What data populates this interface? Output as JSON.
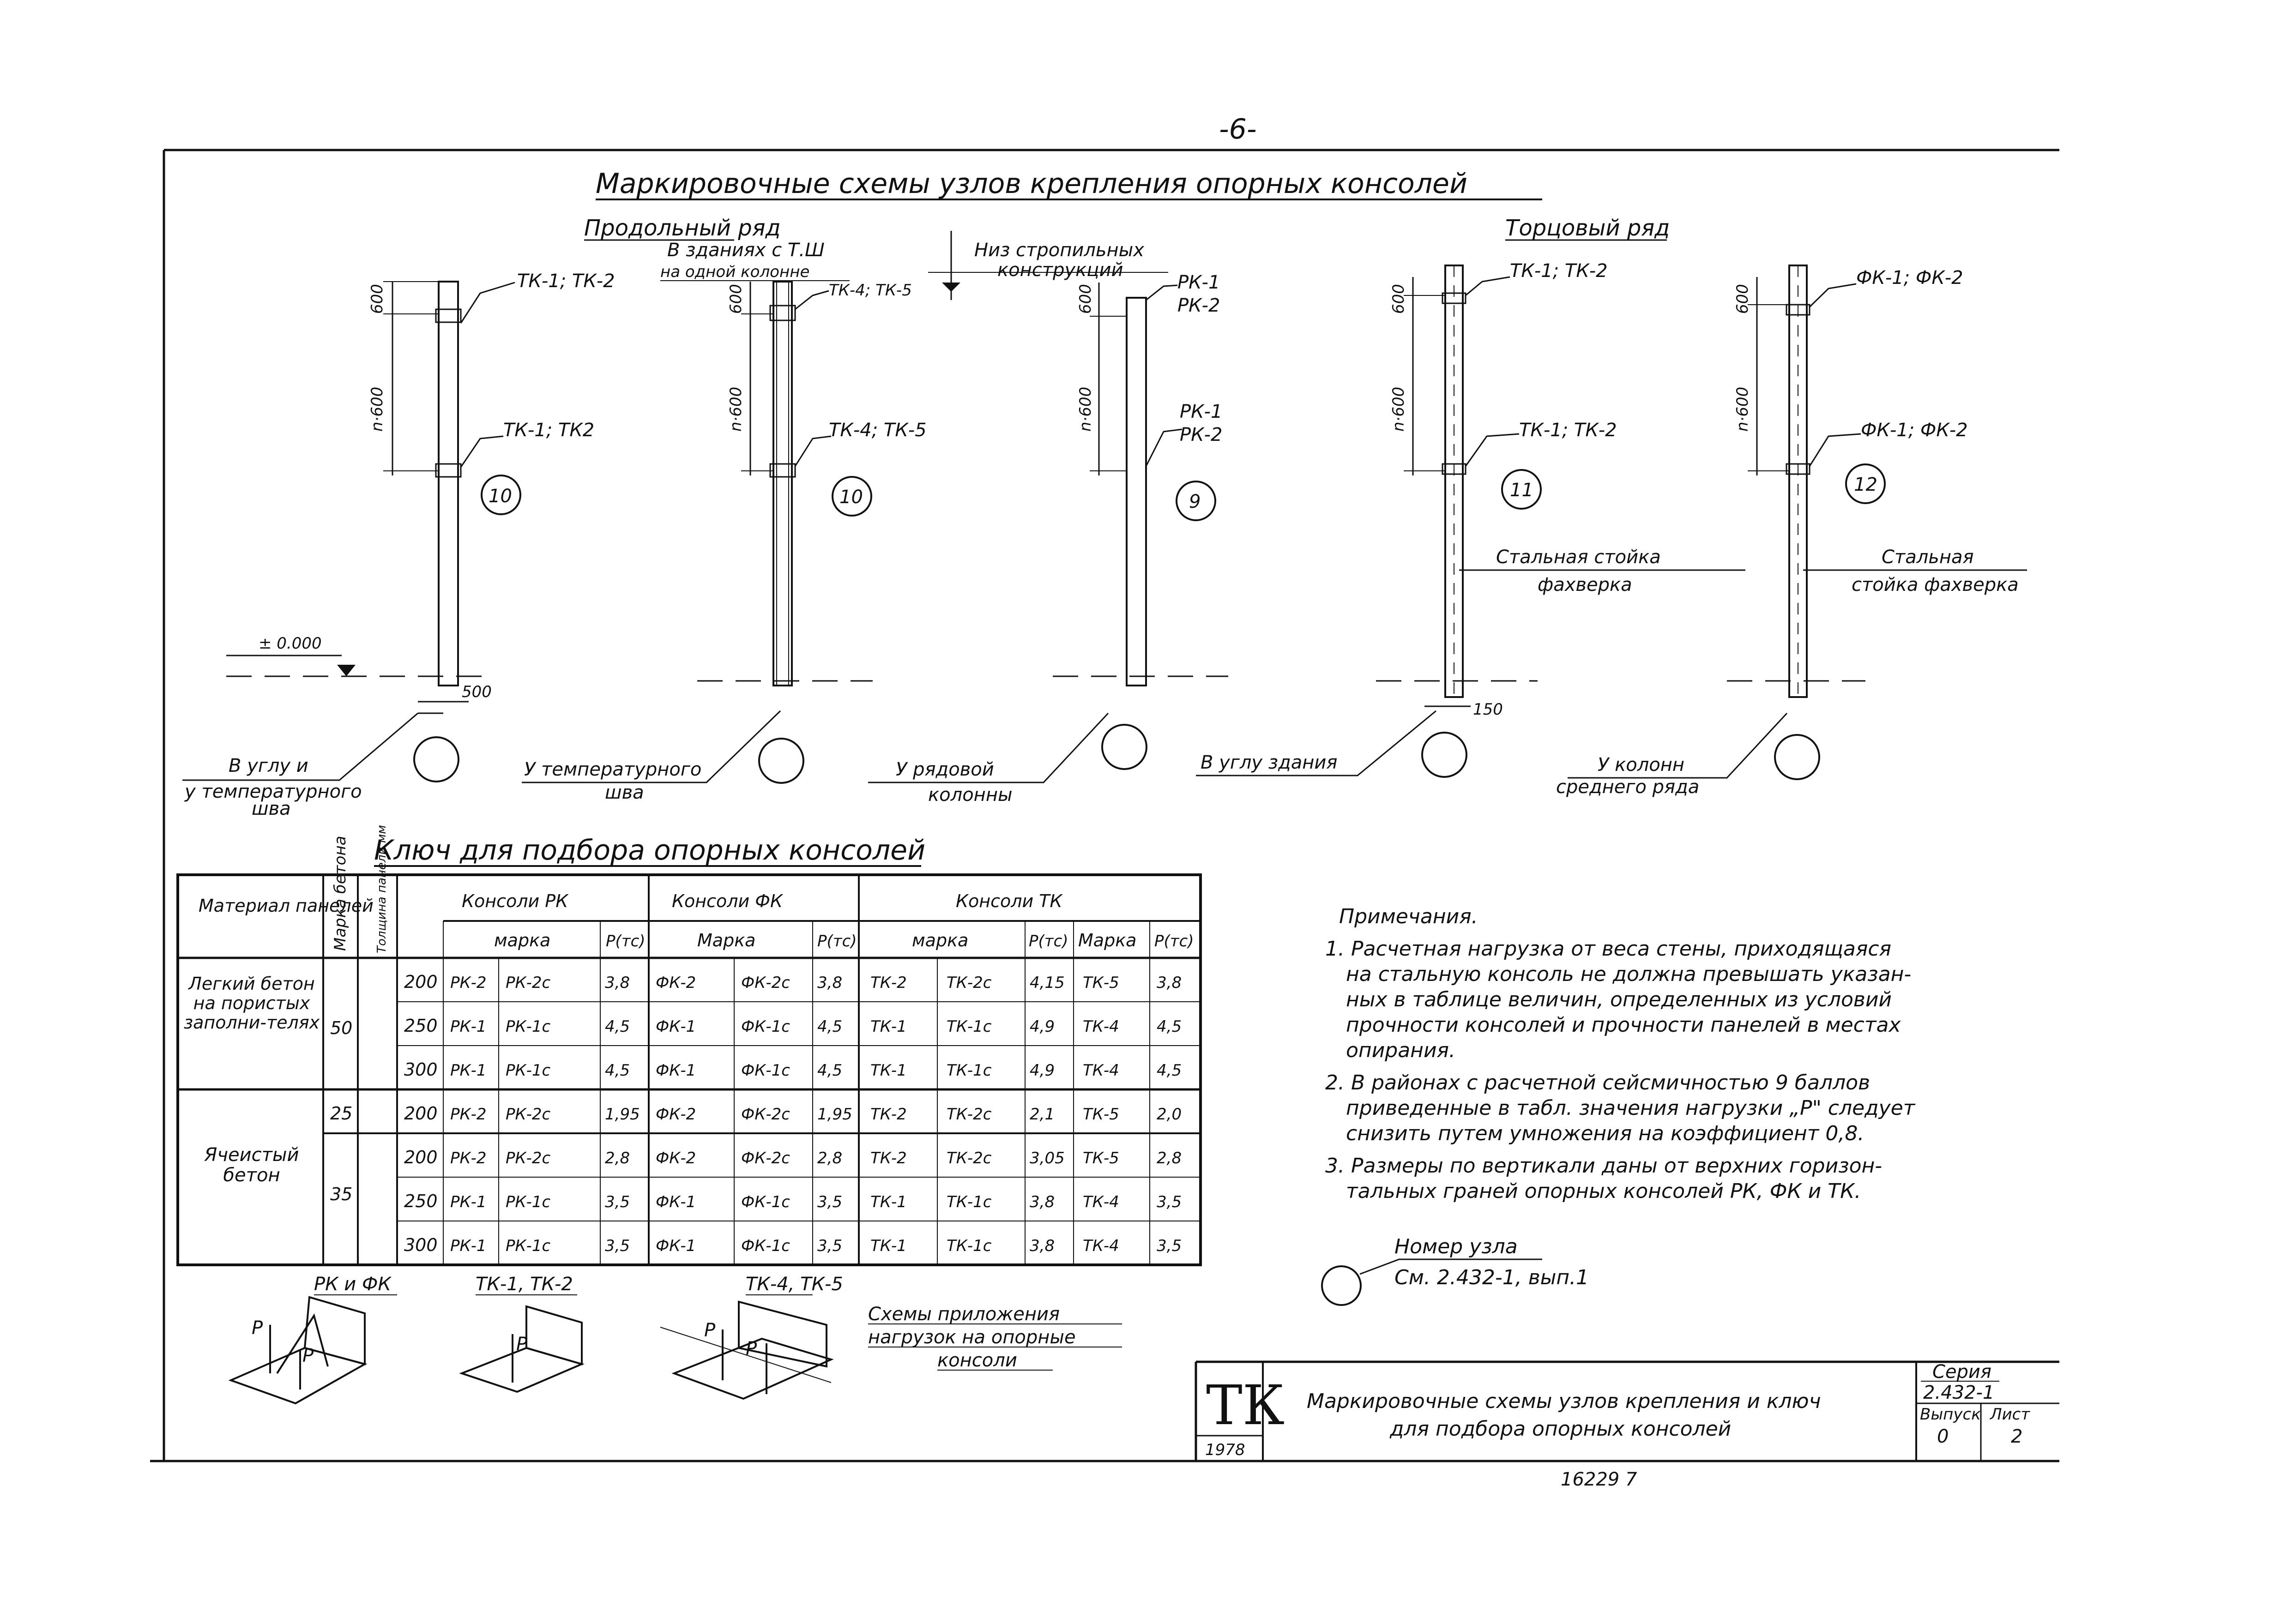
{
  "page_number": "-6-",
  "title": "Маркировочные схемы узлов крепления опорных консолей",
  "sections": {
    "longitudinal": "Продольный ряд",
    "end_row": "Торцовый ряд"
  },
  "annotations": {
    "in_buildings_tw": "В зданиях с Т.Ш",
    "on_one_column": "на одной колонне",
    "bottom_truss": "Низ стропильных",
    "bottom_truss_2": "конструкций",
    "zero_level": "± 0.000",
    "steel_post_1a": "Стальная стойка",
    "steel_post_1b": "фахверка",
    "steel_post_2a": "Стальная",
    "steel_post_2b": "стойка фахверка"
  },
  "dims": {
    "d600": "600",
    "n600": "n·600",
    "d500": "500",
    "d150": "150"
  },
  "columns": [
    {
      "top_label": "ТК-1; ТК-2",
      "mid_label": "ТК-1; ТК2",
      "node": "10",
      "caption1": "В углу и",
      "caption2": "у температурного",
      "caption3": "шва"
    },
    {
      "top_label": "ТК-4; ТК-5",
      "mid_label": "ТК-4; ТК-5",
      "node": "10",
      "caption1": "У температурного",
      "caption2": "шва"
    },
    {
      "top_label1": "РК-1",
      "top_label2": "РК-2",
      "mid_label1": "РК-1",
      "mid_label2": "РК-2",
      "node": "9",
      "caption1": "У рядовой",
      "caption2": "колонны"
    },
    {
      "top_label": "ТК-1; ТК-2",
      "mid_label": "ТК-1; ТК-2",
      "node": "11",
      "caption1": "В углу здания"
    },
    {
      "top_label": "ФК-1; ФК-2",
      "mid_label": "ФК-1; ФК-2",
      "node": "12",
      "caption1": "У колонн",
      "caption2": "среднего ряда"
    }
  ],
  "table": {
    "title": "Ключ для подбора опорных консолей",
    "headers": {
      "material": "Материал панелей",
      "grade": "Марка бетона",
      "thickness": "Толщина панели мм",
      "rk": "Консоли РК",
      "fk": "Консоли ФК",
      "tk": "Консоли ТК",
      "marka_lc": "марка",
      "marka_uc": "Марка",
      "marka_tk": "Марка",
      "p": "P(тс)"
    },
    "groups": [
      {
        "material": "Легкий бетон на пористых заполни-телях",
        "grade": "50"
      },
      {
        "material": "Ячеистый бетон",
        "grades": [
          "25",
          "35"
        ]
      }
    ],
    "rows": [
      [
        "200",
        "РК-2",
        "РК-2с",
        "3,8",
        "ФК-2",
        "ФК-2с",
        "3,8",
        "ТК-2",
        "ТК-2с",
        "4,15",
        "ТК-5",
        "3,8"
      ],
      [
        "250",
        "РК-1",
        "РК-1с",
        "4,5",
        "ФК-1",
        "ФК-1с",
        "4,5",
        "ТК-1",
        "ТК-1с",
        "4,9",
        "ТК-4",
        "4,5"
      ],
      [
        "300",
        "РК-1",
        "РК-1с",
        "4,5",
        "ФК-1",
        "ФК-1с",
        "4,5",
        "ТК-1",
        "ТК-1с",
        "4,9",
        "ТК-4",
        "4,5"
      ],
      [
        "200",
        "РК-2",
        "РК-2с",
        "1,95",
        "ФК-2",
        "ФК-2с",
        "1,95",
        "ТК-2",
        "ТК-2с",
        "2,1",
        "ТК-5",
        "2,0"
      ],
      [
        "200",
        "РК-2",
        "РК-2с",
        "2,8",
        "ФК-2",
        "ФК-2с",
        "2,8",
        "ТК-2",
        "ТК-2с",
        "3,05",
        "ТК-5",
        "2,8"
      ],
      [
        "250",
        "РК-1",
        "РК-1с",
        "3,5",
        "ФК-1",
        "ФК-1с",
        "3,5",
        "ТК-1",
        "ТК-1с",
        "3,8",
        "ТК-4",
        "3,5"
      ],
      [
        "300",
        "РК-1",
        "РК-1с",
        "3,5",
        "ФК-1",
        "ФК-1с",
        "3,5",
        "ТК-1",
        "ТК-1с",
        "3,8",
        "ТК-4",
        "3,5"
      ]
    ]
  },
  "load_schemes": {
    "labels": [
      "РК и ФК",
      "ТК-1, ТК-2",
      "ТК-4, ТК-5"
    ],
    "p": "P",
    "caption1": "Схемы приложения",
    "caption2": "нагрузок на опорные",
    "caption3": "консоли"
  },
  "notes": {
    "heading": "Примечания.",
    "lines": [
      "1. Расчетная нагрузка от веса стены, приходящаяся",
      "на стальную консоль не должна превышать указан-",
      "ных в таблице величин, определенных из условий",
      "прочности консолей и прочности панелей в местах",
      "опирания.",
      "2. В районах с расчетной сейсмичностью 9 баллов",
      "приведенные в табл. значения нагрузки „Р\" следует",
      "снизить путем умножения на коэффициент 0,8.",
      "3. Размеры по вертикали даны от верхних горизон-",
      "тальных граней опорных консолей РК, ФК и ТК."
    ],
    "node_label": "Номер узла",
    "node_ref": "См. 2.432-1, вып.1"
  },
  "title_block": {
    "logo": "ТК",
    "year": "1978",
    "desc1": "Маркировочные схемы узлов крепления и ключ",
    "desc2": "для подбора опорных консолей",
    "series_label": "Серия",
    "series": "2.432-1",
    "issue_label": "Выпуск",
    "issue": "0",
    "sheet_label": "Лист",
    "sheet": "2"
  },
  "footer_number": "16229   7"
}
